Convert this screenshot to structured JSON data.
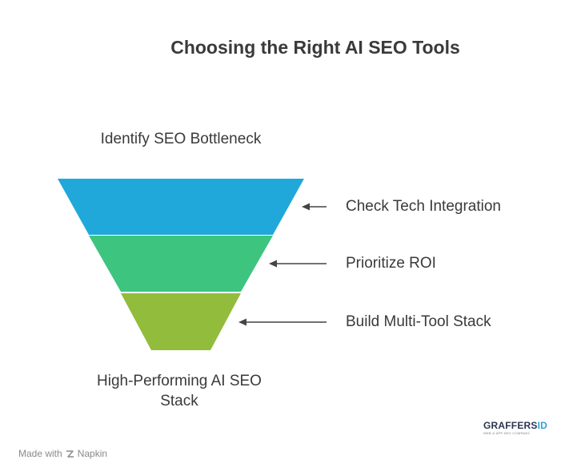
{
  "title": "Choosing the Right AI SEO Tools",
  "funnel": {
    "top_label": "Identify SEO Bottleneck",
    "bottom_label_line1": "High-Performing AI SEO",
    "bottom_label_line2": "Stack",
    "stages": [
      {
        "label": "Check Tech Integration",
        "color": "#20a8da"
      },
      {
        "label": "Prioritize ROI",
        "color": "#3dc47f"
      },
      {
        "label": "Build Multi-Tool Stack",
        "color": "#92bc3b"
      }
    ]
  },
  "footer": {
    "made_with": "Made with",
    "brand": "Napkin"
  },
  "logo": {
    "name_main": "GRAFFERS",
    "name_accent": "ID",
    "tagline": "WEB & APP DEV COMPANY"
  }
}
